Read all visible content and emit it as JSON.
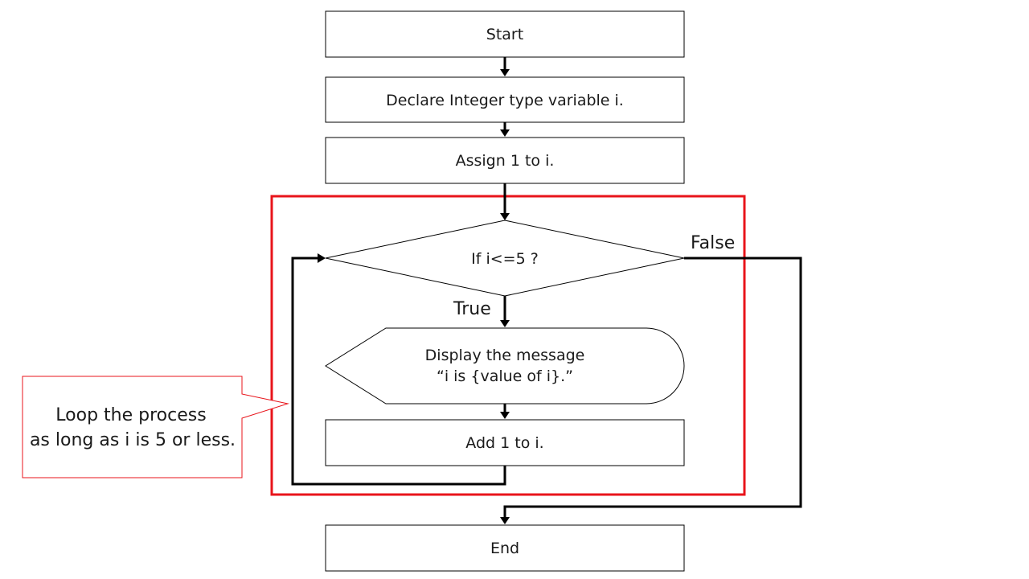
{
  "nodes": {
    "start": "Start",
    "declare": "Declare Integer type variable i.",
    "assign": "Assign 1 to i.",
    "condition": "If i<=5 ?",
    "display_line1": "Display the message",
    "display_line2": "“i is {value of i}.”",
    "add": "Add 1 to i.",
    "end": "End"
  },
  "branches": {
    "true_label": "True",
    "false_label": "False"
  },
  "callout": {
    "line1": "Loop the process",
    "line2": "as long as i is 5 or less."
  },
  "colors": {
    "highlight": "#e8141b",
    "stroke": "#000000",
    "text": "#1a1a1a"
  }
}
